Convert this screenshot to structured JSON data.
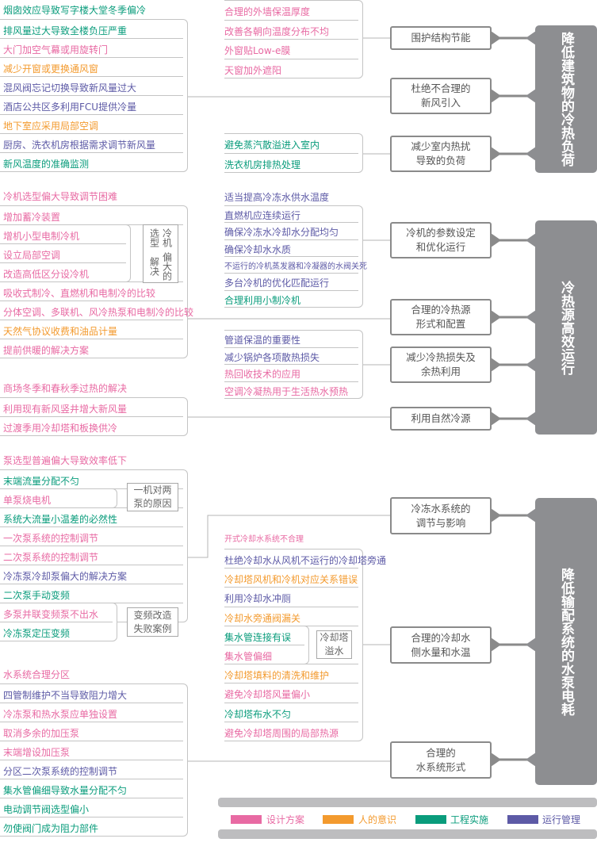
{
  "colors": {
    "design": "#e86aa3",
    "human": "#f39a2e",
    "engineering": "#0a9c7c",
    "operation": "#5d5aa6",
    "line": "#b5b5b5",
    "dark": "#8d8e91"
  },
  "groups": {
    "g1": [
      {
        "t": "烟囱效应导致写字楼大堂冬季偏冷",
        "c": "engineering"
      },
      {
        "t": "排风量过大导致全楼负压严重",
        "c": "engineering"
      },
      {
        "t": "大门加空气幕或用旋转门",
        "c": "design"
      },
      {
        "t": "减少开窗或更换通风窗",
        "c": "human"
      },
      {
        "t": "混风阀忘记切换导致新风量过大",
        "c": "operation"
      },
      {
        "t": "酒店公共区多利用FCU提供冷量",
        "c": "operation"
      },
      {
        "t": "地下室应采用局部空调",
        "c": "human"
      },
      {
        "t": "厨房、洗衣机房根据需求调节新风量",
        "c": "operation"
      },
      {
        "t": "新风温度的准确监测",
        "c": "engineering"
      }
    ],
    "g2": [
      {
        "t": "冷机选型偏大导致调节困难",
        "c": "design"
      },
      {
        "t": "增加蓄冷装置",
        "c": "design"
      },
      {
        "t": "增机小型电制冷机",
        "c": "design"
      },
      {
        "t": "设立局部空调",
        "c": "design"
      },
      {
        "t": "改造高低区分设冷机",
        "c": "design"
      },
      {
        "t": "吸收式制冷、直燃机和电制冷的比较",
        "c": "design"
      },
      {
        "t": "分体空调、多联机、风冷热泵和电制冷的比较",
        "c": "design"
      },
      {
        "t": "天然气协议收费和油品计量",
        "c": "human"
      },
      {
        "t": "提前供暖的解决方案",
        "c": "design"
      }
    ],
    "g3": [
      {
        "t": "商场冬季和春秋季过热的解决",
        "c": "design"
      },
      {
        "t": "利用现有新风竖井增大新风量",
        "c": "design"
      },
      {
        "t": "过渡季用冷却塔和板换供冷",
        "c": "design"
      }
    ],
    "g4": [
      {
        "t": "泵选型普遍偏大导致效率低下",
        "c": "design"
      },
      {
        "t": "末端流量分配不匀",
        "c": "engineering"
      },
      {
        "t": "单泵烧电机",
        "c": "design"
      },
      {
        "t": "系统大流量小温差的必然性",
        "c": "engineering"
      },
      {
        "t": "一次泵系统的控制调节",
        "c": "design"
      },
      {
        "t": "二次泵系统的控制调节",
        "c": "design"
      },
      {
        "t": "冷冻泵冷却泵偏大的解决方案",
        "c": "operation"
      },
      {
        "t": "二次泵手动变频",
        "c": "engineering"
      },
      {
        "t": "多泵并联变频泵不出水",
        "c": "design"
      },
      {
        "t": "冷冻泵定压变频",
        "c": "engineering"
      }
    ],
    "g5": [
      {
        "t": "水系统合理分区",
        "c": "design"
      },
      {
        "t": "四管制维护不当导致阻力增大",
        "c": "operation"
      },
      {
        "t": "冷冻泵和热水泵应单独设置",
        "c": "design"
      },
      {
        "t": "取消多余的加压泵",
        "c": "design"
      },
      {
        "t": "末端增设加压泵",
        "c": "design"
      },
      {
        "t": "分区二次泵系统的控制调节",
        "c": "operation"
      },
      {
        "t": "集水管偏细导致水量分配不匀",
        "c": "engineering"
      },
      {
        "t": "电动调节阀选型偏小",
        "c": "engineering"
      },
      {
        "t": "勿使阀门成为阻力部件",
        "c": "engineering"
      }
    ],
    "r1": [
      {
        "t": "合理的外墙保温厚度",
        "c": "design"
      },
      {
        "t": "改善各朝向温度分布不均",
        "c": "design"
      },
      {
        "t": "外窗贴Low-e膜",
        "c": "design"
      },
      {
        "t": "天窗加外遮阳",
        "c": "design"
      }
    ],
    "r2": [
      {
        "t": "避免蒸汽散溢进入室内",
        "c": "engineering"
      },
      {
        "t": "洗衣机房排热处理",
        "c": "engineering"
      }
    ],
    "r3": [
      {
        "t": "适当提高冷冻水供水温度",
        "c": "operation"
      },
      {
        "t": "直燃机应连续运行",
        "c": "operation"
      },
      {
        "t": "确保冷冻水冷却水分配均匀",
        "c": "operation"
      },
      {
        "t": "确保冷却水水质",
        "c": "operation"
      },
      {
        "t": "不运行的冷机蒸发器和冷凝器的水阀关死",
        "c": "operation"
      },
      {
        "t": "多台冷机的优化匹配运行",
        "c": "operation"
      },
      {
        "t": "合理利用小制冷机",
        "c": "engineering"
      }
    ],
    "r4": [
      {
        "t": "管道保温的重要性",
        "c": "operation"
      },
      {
        "t": "减少锅炉各项散热损失",
        "c": "operation"
      },
      {
        "t": "热回收技术的应用",
        "c": "design"
      },
      {
        "t": "空调冷凝热用于生活热水预热",
        "c": "design"
      }
    ],
    "r5": [
      {
        "t": "开式冷却水系统不合理",
        "c": "design"
      },
      {
        "t": "杜绝冷却水从风机不运行的冷却塔旁通",
        "c": "operation"
      },
      {
        "t": "冷却塔风机和冷机对应关系错误",
        "c": "human"
      },
      {
        "t": "利用冷却水冲厕",
        "c": "operation"
      },
      {
        "t": "冷却水旁通阀漏关",
        "c": "human"
      },
      {
        "t": "集水管连接有误",
        "c": "engineering"
      },
      {
        "t": "集水管偏细",
        "c": "design"
      },
      {
        "t": "冷却塔填料的清洗和维护",
        "c": "human"
      },
      {
        "t": "避免冷却塔风量偏小",
        "c": "design"
      },
      {
        "t": "冷却塔布水不匀",
        "c": "engineering"
      },
      {
        "t": "避免冷却塔周围的局部热源",
        "c": "design"
      }
    ]
  },
  "sub_labels": {
    "chiller_oversize": [
      "冷机选型",
      "偏大的解决"
    ],
    "one_for_two": [
      "一机对两",
      "泵的原因"
    ],
    "vfd_fail": [
      "变频改造",
      "失败案例"
    ],
    "tower_overflow": [
      "冷却塔",
      "溢水"
    ]
  },
  "mid": {
    "m1": [
      "围护结构节能"
    ],
    "m2": [
      "杜绝不合理的",
      "新风引入"
    ],
    "m3": [
      "减少室内热扰",
      "导致的负荷"
    ],
    "m4": [
      "冷机的参数设定",
      "和优化运行"
    ],
    "m5": [
      "合理的冷热源",
      "形式和配置"
    ],
    "m6": [
      "减少冷热损失及",
      "余热利用"
    ],
    "m7": [
      "利用自然冷源"
    ],
    "m8": [
      "冷冻水系统的",
      "调节与影响"
    ],
    "m9": [
      "合理的冷却水",
      "侧水量和水温"
    ],
    "m10": [
      "合理的",
      "水系统形式"
    ]
  },
  "main": {
    "d1": [
      "降低建筑物的",
      "冷热负荷"
    ],
    "d2": [
      "冷热源高效运行"
    ],
    "d3": [
      "降低输配系统的水泵电耗"
    ]
  },
  "legend": [
    {
      "label": "设计方案",
      "c": "design"
    },
    {
      "label": "人的意识",
      "c": "human"
    },
    {
      "label": "工程实施",
      "c": "engineering"
    },
    {
      "label": "运行管理",
      "c": "operation"
    }
  ]
}
